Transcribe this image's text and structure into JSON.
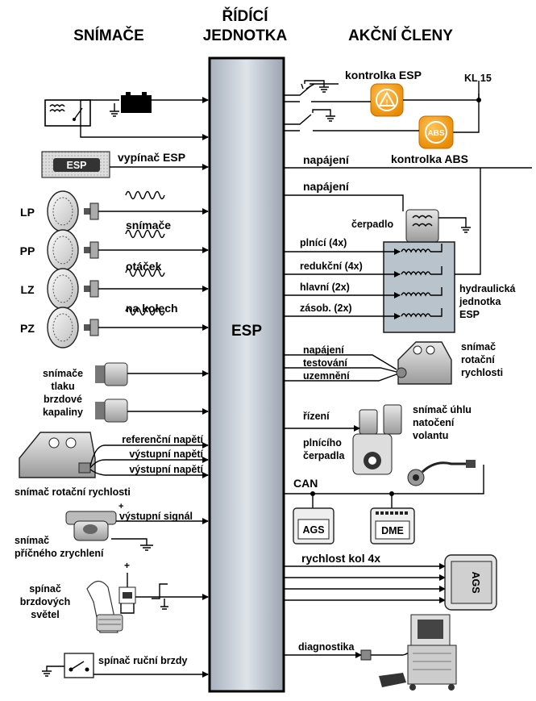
{
  "headers": {
    "sensors": "SNÍMAČE",
    "ecu_line1": "ŘÍDÍCÍ",
    "ecu_line2": "JEDNOTKA",
    "actuators": "AKČNÍ ČLENY"
  },
  "ecu_label": "ESP",
  "left": {
    "esp_switch_badge": "ESP",
    "esp_switch": "vypínač ESP",
    "wheels": [
      "LP",
      "PP",
      "LZ",
      "PZ"
    ],
    "wheel_sensor_text": [
      "snímače",
      "otáček",
      "na kolech"
    ],
    "pressure_sensor": [
      "snímače",
      "tlaku",
      "brzdové",
      "kapaliny"
    ],
    "rot_outputs": [
      "referenční napětí",
      "výstupní napětí",
      "výstupní napětí"
    ],
    "rot_sensor": "snímač rotační rychlosti",
    "lat_output": "výstupní signál",
    "lat_sensor": [
      "snímač",
      "příčného zrychlení"
    ],
    "brake_switch": [
      "spínač",
      "brzdových",
      "světel"
    ],
    "handbrake": "spínač ruční brzdy"
  },
  "right": {
    "warn_esp": "kontrolka ESP",
    "kl15": "KL 15",
    "warn_abs": "kontrolka ABS",
    "abs_badge": "ABS",
    "supply1": "napájení",
    "supply2": "napájení",
    "pump": "čerpadlo",
    "valves": [
      "plnící (4x)",
      "redukční (4x)",
      "hlavní (2x)",
      "zásob. (2x)"
    ],
    "hydraulic": [
      "hydraulická",
      "jednotka",
      "ESP"
    ],
    "yaw_lines": [
      "napájení",
      "testování",
      "uzemnění"
    ],
    "yaw_sensor": [
      "snímač",
      "rotační",
      "rychlosti"
    ],
    "pump_control": [
      "řízení",
      "plnícího",
      "čerpadla"
    ],
    "steering": [
      "snímač úhlu",
      "natočení",
      "volantu"
    ],
    "can": "CAN",
    "ags_small": "AGS",
    "dme": "DME",
    "wheel_speed": "rychlost kol 4x",
    "ags_big": "AGS",
    "diagnostics": "diagnostika"
  }
}
